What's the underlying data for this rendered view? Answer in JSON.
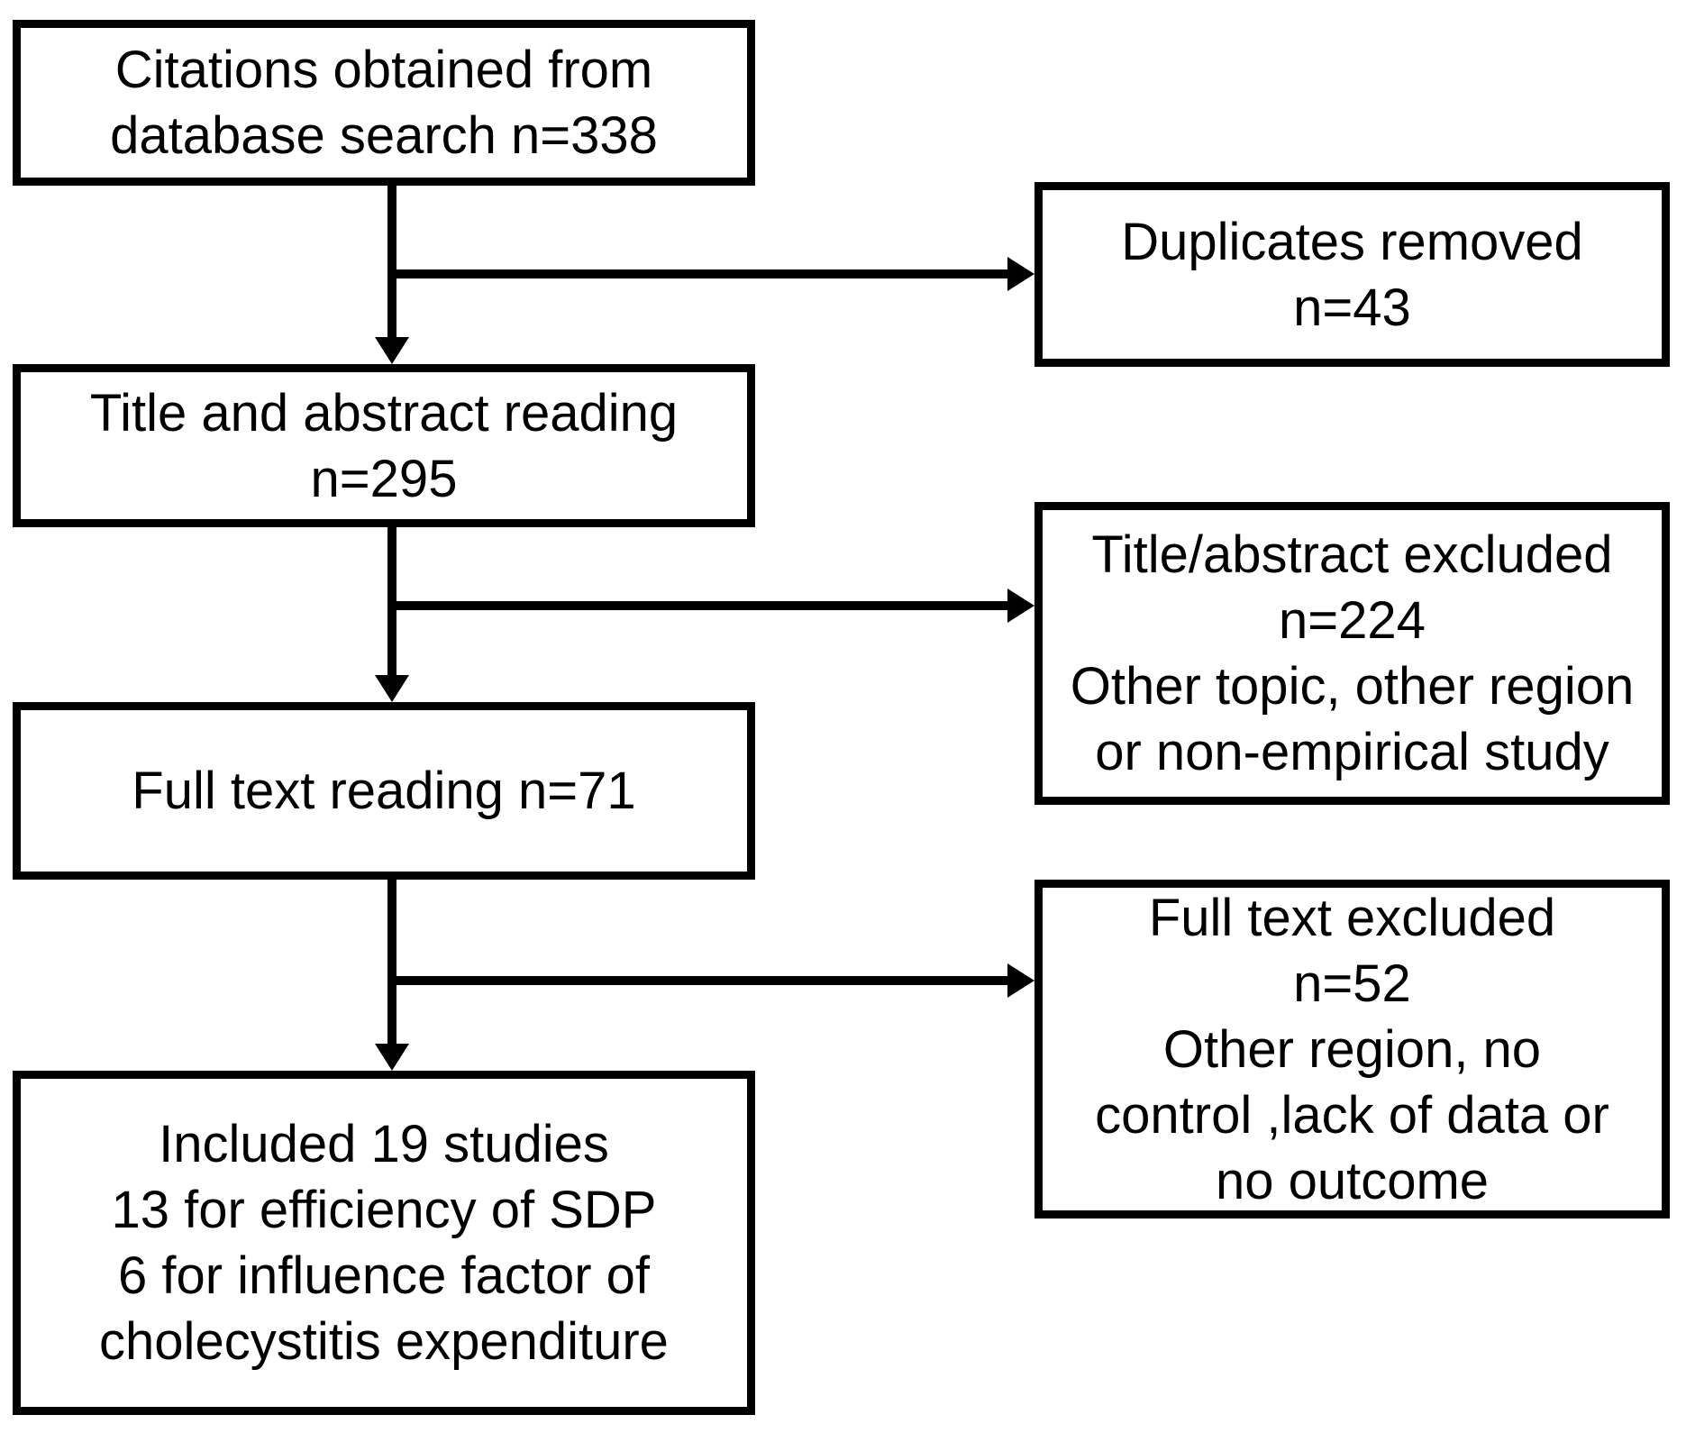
{
  "diagram": {
    "type": "flowchart",
    "colors": {
      "background": "#ffffff",
      "box_border": "#000000",
      "text": "#000000",
      "arrow": "#000000"
    },
    "nodes": {
      "citations": {
        "lines": [
          "Citations obtained from",
          "database search n=338"
        ],
        "count": 338
      },
      "duplicates_removed": {
        "lines": [
          "Duplicates removed",
          "n=43"
        ],
        "count": 43
      },
      "title_abstract_reading": {
        "lines": [
          "Title and abstract reading",
          "n=295"
        ],
        "count": 295
      },
      "title_abstract_excluded": {
        "lines": [
          "Title/abstract excluded",
          "n=224",
          "Other topic, other region",
          "or non-empirical study"
        ],
        "count": 224
      },
      "full_text_reading": {
        "lines": [
          "Full text reading n=71"
        ],
        "count": 71
      },
      "full_text_excluded": {
        "lines": [
          "Full text excluded",
          "n=52",
          "Other region, no",
          "control ,lack of data or",
          "no outcome"
        ],
        "count": 52
      },
      "included": {
        "lines": [
          "Included 19 studies",
          "13 for efficiency of SDP",
          "6 for influence factor of",
          "cholecystitis expenditure"
        ],
        "count": 19
      }
    }
  }
}
